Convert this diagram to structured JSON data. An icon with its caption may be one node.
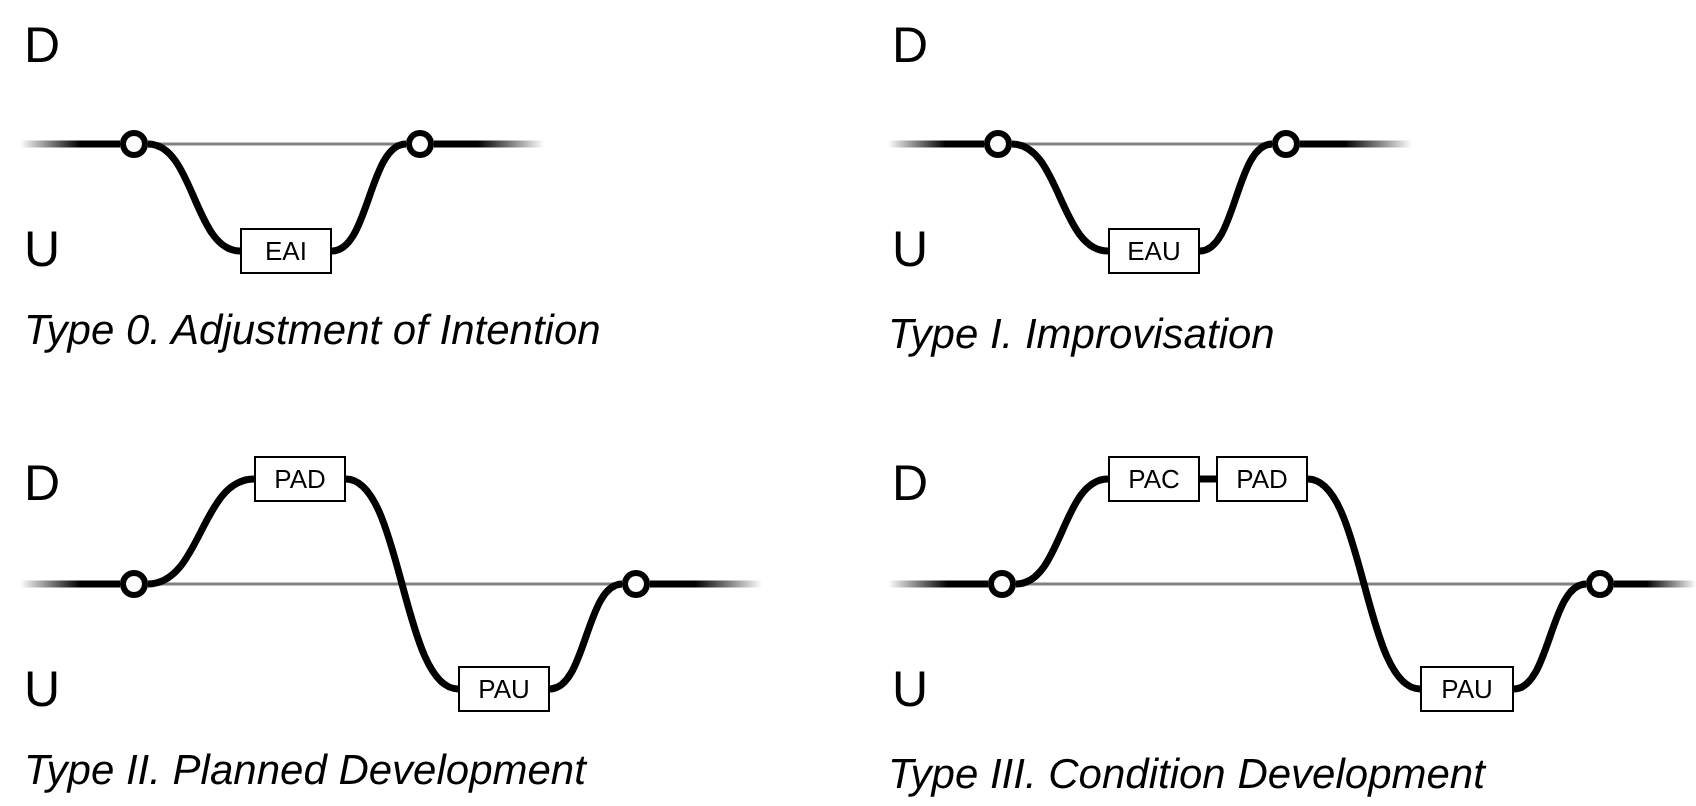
{
  "diagram": {
    "nodes": [
      {
        "text": [],
        "shape": "circle"
      },
      {
        "text": [
          "EAI"
        ]
      },
      {
        "text": [],
        "shape": "circle"
      },
      {
        "text": [],
        "shape": "circle"
      },
      {
        "text": [
          "EAU"
        ]
      },
      {
        "text": [],
        "shape": "circle"
      },
      {
        "text": [
          "PAD"
        ]
      },
      {
        "text": [],
        "shape": "circle"
      },
      {
        "text": [
          "PAU"
        ]
      },
      {
        "text": [],
        "shape": "circle"
      },
      {
        "text": [
          "PAC"
        ]
      },
      {
        "text": [
          "PAD"
        ]
      },
      {
        "text": [],
        "shape": "circle"
      },
      {
        "text": [
          "PAU"
        ]
      },
      {
        "text": [],
        "shape": "circle"
      }
    ],
    "edges": [
      {
        "from": null,
        "to": 0,
        "arrow": "none"
      },
      {
        "from": 0,
        "to": 1,
        "arrow": "none"
      },
      {
        "from": 1,
        "to": 2,
        "arrow": "none"
      },
      {
        "from": 2,
        "to": null,
        "arrow": "none"
      },
      {
        "from": null,
        "to": 3,
        "arrow": "none"
      },
      {
        "from": 3,
        "to": 4,
        "arrow": "none"
      },
      {
        "from": 4,
        "to": 5,
        "arrow": "none"
      },
      {
        "from": 5,
        "to": null,
        "arrow": "none"
      },
      {
        "from": null,
        "to": 7,
        "arrow": "none"
      },
      {
        "from": 7,
        "to": 6,
        "arrow": "none"
      },
      {
        "from": 6,
        "to": 8,
        "arrow": "none"
      },
      {
        "from": 8,
        "to": 9,
        "arrow": "none"
      },
      {
        "from": 9,
        "to": null,
        "arrow": "none"
      },
      {
        "from": null,
        "to": 12,
        "arrow": "none"
      },
      {
        "from": 12,
        "to": 10,
        "arrow": "none"
      },
      {
        "from": 10,
        "to": 11,
        "arrow": "none"
      },
      {
        "from": 11,
        "to": 13,
        "arrow": "none"
      },
      {
        "from": 13,
        "to": 14,
        "arrow": "none"
      },
      {
        "from": 14,
        "to": null,
        "arrow": "none"
      },
      {
        "from": 0,
        "to": 2,
        "arrow": "none",
        "color": "#808080"
      },
      {
        "from": 3,
        "to": 5,
        "arrow": "none",
        "color": "#808080"
      },
      {
        "from": 7,
        "to": 9,
        "arrow": "none",
        "color": "#808080"
      },
      {
        "from": 12,
        "to": 14,
        "arrow": "none",
        "color": "#808080"
      }
    ],
    "labels": [
      "D",
      "D",
      "U",
      "U",
      "Type 0. Adjustment of Intention",
      "Type I. Improvisation",
      "D",
      "D",
      "U",
      "U",
      "Type II. Planned Development",
      "Type III. Condition Development"
    ]
  }
}
